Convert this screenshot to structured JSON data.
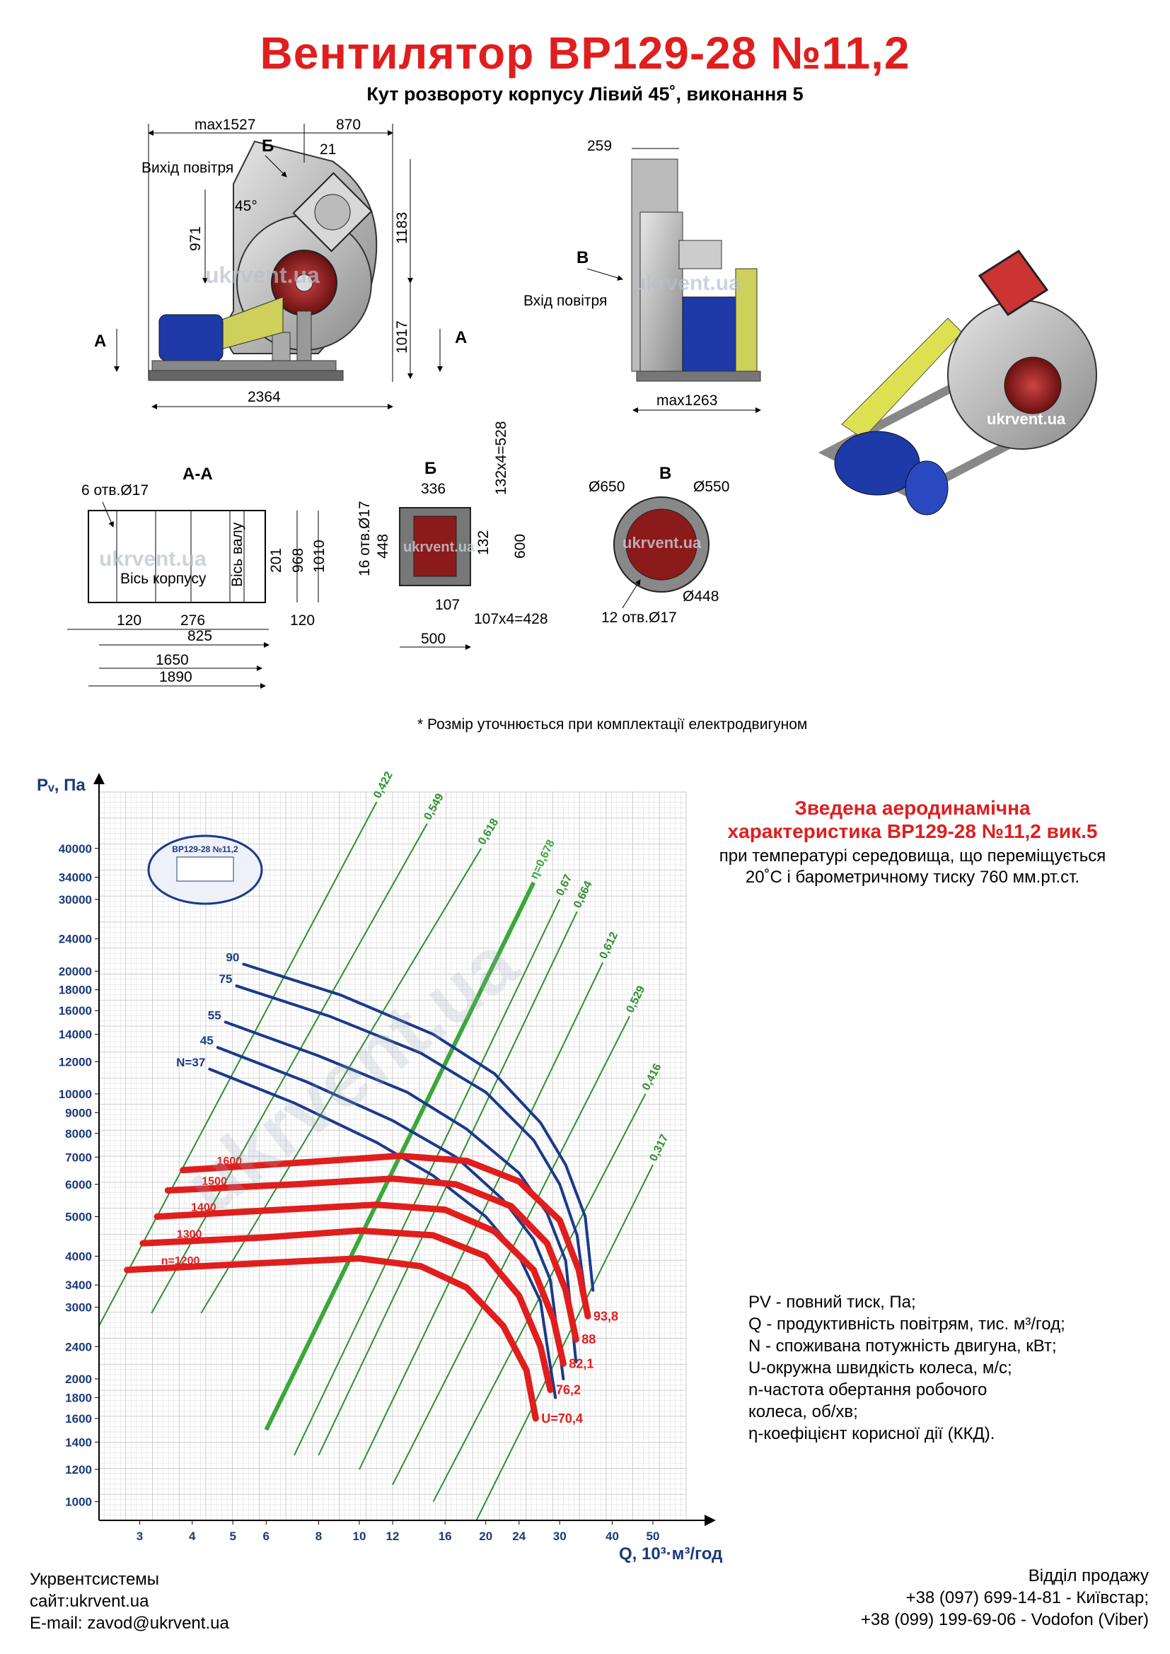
{
  "header": {
    "title": "Вентилятор ВР129-28 №11,2",
    "subtitle": "Кут розвороту корпусу Лівий 45˚, виконання 5"
  },
  "drawings": {
    "side_view": {
      "dims": [
        "max1527",
        "870",
        "21",
        "971",
        "1183",
        "1017",
        "2364"
      ],
      "labels": [
        "Б",
        "Вихід повітря",
        "45°",
        "А",
        "А"
      ],
      "watermark": "ukrvent.ua"
    },
    "front_view": {
      "dims": [
        "259",
        "max1263"
      ],
      "labels": [
        "В",
        "Вхід повітря"
      ],
      "watermark": "ukrvent.ua"
    },
    "section_aa": {
      "title": "А-А",
      "dims": [
        "6 отв.Ø17",
        "120",
        "276",
        "825",
        "120",
        "1650",
        "1890",
        "201",
        "968",
        "1010"
      ],
      "labels": [
        "Вісь корпусу",
        "Вісь валу"
      ],
      "watermark": "ukrvent.ua"
    },
    "flange_b": {
      "title": "Б",
      "dims": [
        "336",
        "16 отв.Ø17",
        "448",
        "132",
        "132х4=528",
        "600",
        "107",
        "107х4=428",
        "500"
      ],
      "watermark": "ukrvent.ua"
    },
    "flange_v": {
      "title": "В",
      "dims": [
        "Ø650",
        "Ø550",
        "Ø448",
        "12 отв.Ø17"
      ],
      "watermark": "ukrvent.ua"
    },
    "iso_view": {
      "watermark": "ukrvent.ua"
    }
  },
  "footnote": "* Розмір уточнюється при комплектації електродвигуном",
  "chart_heading": {
    "title_line1": "Зведена аеродинамічна",
    "title_line2": "характеристика ВР129-28 №11,2 вик.5",
    "cond_line1": "при температурі середовища, що переміщується",
    "cond_line2": "20˚С і барометричному тиску 760 мм.рт.ст."
  },
  "chart_data": {
    "type": "line",
    "xlabel": "Q, 10³·м³/год",
    "ylabel": "Pᵥ, Па",
    "x_scale": "log",
    "y_scale": "log",
    "xlim": [
      2.4,
      60
    ],
    "ylim": [
      900,
      55000
    ],
    "x_ticks": [
      3,
      4,
      5,
      6,
      8,
      10,
      12,
      16,
      20,
      24,
      30,
      40,
      50
    ],
    "y_ticks": [
      1000,
      1200,
      1400,
      1600,
      1800,
      2000,
      2400,
      3000,
      3400,
      4000,
      5000,
      6000,
      7000,
      8000,
      9000,
      10000,
      12000,
      14000,
      16000,
      18000,
      20000,
      24000,
      30000,
      34000,
      40000
    ],
    "series": [
      {
        "name": "n=1200",
        "group": "speed",
        "color": "#e01e1e",
        "points": [
          [
            2.8,
            3700
          ],
          [
            6,
            3850
          ],
          [
            10,
            3950
          ],
          [
            14,
            3780
          ],
          [
            18,
            3350
          ],
          [
            22,
            2700
          ],
          [
            25,
            2100
          ],
          [
            26.3,
            1600
          ]
        ]
      },
      {
        "name": "1300",
        "group": "speed",
        "color": "#e01e1e",
        "points": [
          [
            3.05,
            4300
          ],
          [
            6,
            4450
          ],
          [
            10,
            4620
          ],
          [
            15,
            4500
          ],
          [
            20,
            4000
          ],
          [
            24,
            3200
          ],
          [
            27,
            2400
          ],
          [
            28.5,
            1880
          ]
        ]
      },
      {
        "name": "1400",
        "group": "speed",
        "color": "#e01e1e",
        "points": [
          [
            3.3,
            5000
          ],
          [
            6.5,
            5200
          ],
          [
            11,
            5350
          ],
          [
            16,
            5200
          ],
          [
            21,
            4600
          ],
          [
            26,
            3700
          ],
          [
            29,
            2800
          ],
          [
            30.6,
            2180
          ]
        ]
      },
      {
        "name": "1500",
        "group": "speed",
        "color": "#e01e1e",
        "points": [
          [
            3.5,
            5800
          ],
          [
            7,
            6000
          ],
          [
            12,
            6200
          ],
          [
            17,
            6000
          ],
          [
            23,
            5300
          ],
          [
            28,
            4300
          ],
          [
            31,
            3300
          ],
          [
            32.8,
            2500
          ]
        ]
      },
      {
        "name": "1600",
        "group": "speed",
        "color": "#e01e1e",
        "points": [
          [
            3.8,
            6500
          ],
          [
            7.5,
            6800
          ],
          [
            12.5,
            7050
          ],
          [
            18,
            6850
          ],
          [
            24,
            6100
          ],
          [
            30,
            4900
          ],
          [
            33.3,
            3700
          ],
          [
            35,
            2850
          ]
        ]
      },
      {
        "name": "N=37",
        "group": "power",
        "color": "#1a3a8a",
        "points": [
          [
            4.4,
            11500
          ],
          [
            7,
            9500
          ],
          [
            11,
            7600
          ],
          [
            15,
            6300
          ],
          [
            20,
            5000
          ],
          [
            24,
            4000
          ],
          [
            27,
            3100
          ],
          [
            28.2,
            2300
          ],
          [
            29.3,
            1800
          ]
        ]
      },
      {
        "name": "45",
        "group": "power",
        "color": "#1a3a8a",
        "points": [
          [
            4.6,
            13000
          ],
          [
            7.5,
            10700
          ],
          [
            12,
            8600
          ],
          [
            17,
            7000
          ],
          [
            22,
            5500
          ],
          [
            26,
            4400
          ],
          [
            28.5,
            3500
          ],
          [
            30.6,
            2000
          ]
        ]
      },
      {
        "name": "55",
        "group": "power",
        "color": "#1a3a8a",
        "points": [
          [
            4.8,
            15000
          ],
          [
            8,
            12400
          ],
          [
            13,
            10100
          ],
          [
            18,
            8200
          ],
          [
            24,
            6400
          ],
          [
            28,
            5100
          ],
          [
            31,
            3900
          ],
          [
            32.8,
            2200
          ]
        ]
      },
      {
        "name": "75",
        "group": "power",
        "color": "#1a3a8a",
        "points": [
          [
            5.1,
            18400
          ],
          [
            8.5,
            15500
          ],
          [
            14,
            12600
          ],
          [
            20,
            10100
          ],
          [
            26,
            7700
          ],
          [
            30,
            6000
          ],
          [
            33,
            4500
          ],
          [
            34.8,
            3000
          ]
        ]
      },
      {
        "name": "90",
        "group": "power",
        "color": "#1a3a8a",
        "points": [
          [
            5.3,
            20800
          ],
          [
            9,
            17500
          ],
          [
            15,
            14000
          ],
          [
            21,
            11200
          ],
          [
            27,
            8500
          ],
          [
            31,
            6700
          ],
          [
            34.5,
            5000
          ],
          [
            36,
            3300
          ]
        ]
      },
      {
        "name": "0,422",
        "group": "efficiency",
        "color": "#2f8f2f",
        "points": [
          [
            2.4,
            2700
          ],
          [
            11,
            52000
          ]
        ]
      },
      {
        "name": "0,549",
        "group": "efficiency",
        "color": "#2f8f2f",
        "points": [
          [
            3.2,
            2900
          ],
          [
            14.5,
            46000
          ]
        ]
      },
      {
        "name": "0,618",
        "group": "efficiency",
        "color": "#2f8f2f",
        "points": [
          [
            4.2,
            2900
          ],
          [
            19.5,
            40000
          ]
        ]
      },
      {
        "name": "η=0,678",
        "group": "efficiency",
        "color": "#3aa83a",
        "points": [
          [
            6,
            1500
          ],
          [
            26,
            33000
          ]
        ]
      },
      {
        "name": "0,67",
        "group": "efficiency",
        "color": "#2f8f2f",
        "points": [
          [
            7,
            1300
          ],
          [
            30,
            30000
          ]
        ]
      },
      {
        "name": "0,664",
        "group": "efficiency",
        "color": "#2f8f2f",
        "points": [
          [
            8,
            1300
          ],
          [
            33,
            28000
          ]
        ]
      },
      {
        "name": "0,612",
        "group": "efficiency",
        "color": "#2f8f2f",
        "points": [
          [
            10,
            1200
          ],
          [
            38,
            21000
          ]
        ]
      },
      {
        "name": "0,529",
        "group": "efficiency",
        "color": "#2f8f2f",
        "points": [
          [
            12,
            1100
          ],
          [
            44,
            15500
          ]
        ]
      },
      {
        "name": "0,416",
        "group": "efficiency",
        "color": "#2f8f2f",
        "points": [
          [
            15,
            1000
          ],
          [
            48,
            10000
          ]
        ]
      },
      {
        "name": "0,317",
        "group": "efficiency",
        "color": "#2f8f2f",
        "points": [
          [
            19,
            900
          ],
          [
            50,
            6700
          ]
        ]
      },
      {
        "name": "U=70,4",
        "group": "tip_speed",
        "color": "#e01e1e",
        "points": [
          [
            26.3,
            1600
          ]
        ]
      },
      {
        "name": "76,2",
        "group": "tip_speed",
        "color": "#e01e1e",
        "points": [
          [
            28.5,
            1880
          ]
        ]
      },
      {
        "name": "82,1",
        "group": "tip_speed",
        "color": "#e01e1e",
        "points": [
          [
            30.6,
            2180
          ]
        ]
      },
      {
        "name": "88",
        "group": "tip_speed",
        "color": "#e01e1e",
        "points": [
          [
            32.8,
            2500
          ]
        ]
      },
      {
        "name": "93,8",
        "group": "tip_speed",
        "color": "#e01e1e",
        "points": [
          [
            35,
            2850
          ]
        ]
      }
    ],
    "stamp": "ВР129-28 №11,2",
    "watermark": "ukrvent.ua",
    "grid": true
  },
  "legend": {
    "l1": "PV - повний тиск, Па;",
    "l2": "Q - продуктивність повітрям, тис. м³/год;",
    "l3": "N - споживана потужність двигуна, кВт;",
    "l4": "U-окружна швидкість колеса, м/с;",
    "l5": "n-частота обертання робочого",
    "l6": "колеса, об/хв;",
    "l7": "η-коефіцієнт корисної дії (ККД)."
  },
  "company": {
    "name": "Укрвентсистемы",
    "site": "сайт:ukrvent.ua",
    "email": "E-mail: zavod@ukrvent.ua"
  },
  "sales": {
    "title": "Відділ продажу",
    "phone1": "+38 (097) 699-14-81 - Київстар;",
    "phone2": "+38 (099) 199-69-06 - Vodofon (Viber)"
  },
  "colors": {
    "title": "#e01e1e",
    "speed": "#e01e1e",
    "power": "#1a3a8a",
    "efficiency": "#2f8f2f",
    "axis": "#1a3a7a",
    "grid": "#c8c8c8"
  }
}
